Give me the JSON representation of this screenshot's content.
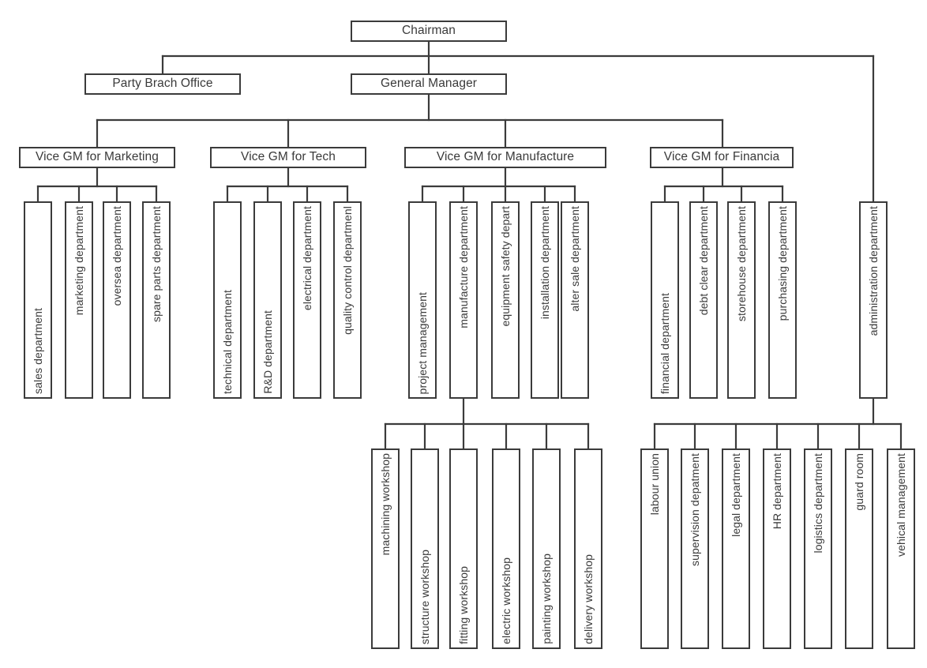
{
  "chart_meta": {
    "type": "org-chart",
    "title": "Company Organization Chart",
    "background": "#ffffff",
    "box_border_color": "#3b3b3b",
    "text_color": "#3a3a3a",
    "connector_color": "#3b3b3b"
  },
  "nodes": {
    "chairman": {
      "label": "Chairman"
    },
    "party_branch_office": {
      "label": "Party Brach Office"
    },
    "general_manager": {
      "label": "General Manager"
    },
    "vgm_marketing": {
      "label": "Vice GM for Marketing"
    },
    "vgm_tech": {
      "label": "Vice GM for Tech"
    },
    "vgm_manufacture": {
      "label": "Vice GM for Manufacture"
    },
    "vgm_financia": {
      "label": "Vice GM for Financia"
    },
    "administration": {
      "label": "administration department"
    }
  },
  "marketing_children": [
    {
      "label": "sales department"
    },
    {
      "label": "marketing department"
    },
    {
      "label": "oversea department"
    },
    {
      "label": "spare parts department"
    }
  ],
  "tech_children": [
    {
      "label": "technical department"
    },
    {
      "label": "R&D department"
    },
    {
      "label": "electrical department"
    },
    {
      "label": "quality control departmenl"
    }
  ],
  "manufacture_children": [
    {
      "label": "project management"
    },
    {
      "label": "manufacture department"
    },
    {
      "label": "equipment safety depart"
    },
    {
      "label": "installation department"
    },
    {
      "label": "alter sale department"
    }
  ],
  "financia_children": [
    {
      "label": "financial department"
    },
    {
      "label": "debt clear department"
    },
    {
      "label": "storehouse department"
    },
    {
      "label": "purchasing department"
    }
  ],
  "workshop_children": [
    {
      "label": "machining workshop"
    },
    {
      "label": "structure workshop"
    },
    {
      "label": "fitting workshop"
    },
    {
      "label": "electric workshop"
    },
    {
      "label": "painting workshop"
    },
    {
      "label": "delivery workshop"
    }
  ],
  "administration_children": [
    {
      "label": "labour union"
    },
    {
      "label": "supervision depatment"
    },
    {
      "label": "legal department"
    },
    {
      "label": "HR department"
    },
    {
      "label": "logistics department"
    },
    {
      "label": "guard room"
    },
    {
      "label": "vehical management"
    }
  ]
}
